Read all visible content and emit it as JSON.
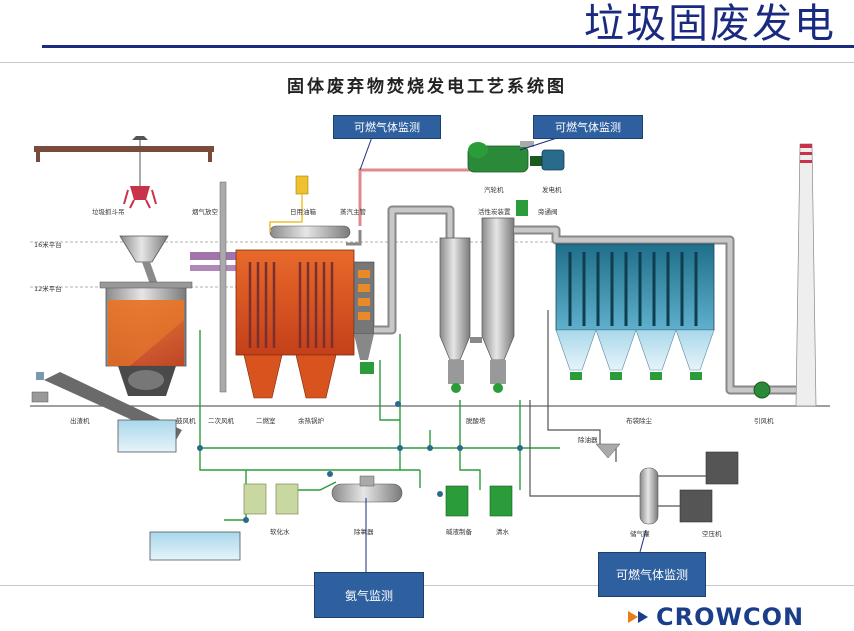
{
  "page_title": "垃圾固废发电",
  "diagram_title": "固体废弃物焚烧发电工艺系统图",
  "callouts": {
    "c1": "可燃气体监测",
    "c2": "可燃气体监测",
    "c3": "可燃气体监测",
    "c4": "氨气监测"
  },
  "labels": {
    "grab": "垃圾抓斗吊",
    "smoke_vent": "烟气放空",
    "oil_tank": "日用油箱",
    "steam_pipe": "蒸汽主管",
    "turbine": "汽轮机",
    "generator": "发电机",
    "carbon": "活性炭装置",
    "bypass": "旁通阀",
    "platform16": "16米平台",
    "platform12": "12米平台",
    "slag": "出渣机",
    "fan1": "鼓风机",
    "fan2": "二次风机",
    "chamber2": "二燃室",
    "boiler": "余热锅炉",
    "desulf": "脱酸塔",
    "baghouse": "布袋除尘",
    "idfan": "引风机",
    "dust": "除油器",
    "soft_water": "软化水",
    "deaerator": "除氧器",
    "alkali": "碱液制备",
    "clean_water": "清水",
    "gas_tank": "储气罐",
    "compressor": "空压机"
  },
  "logo": {
    "text": "CROWCON",
    "icon": "crowcon-chevron-icon"
  },
  "colors": {
    "accent": "#1a2a80",
    "callout": "#2e5f9e",
    "furnace": "#d9531e",
    "pipe": "#2a9d3a",
    "filter": "#2a7a9a"
  }
}
